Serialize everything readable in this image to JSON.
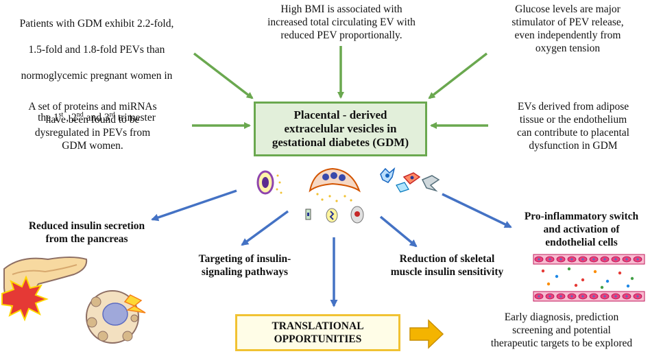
{
  "center": {
    "title": "Placental - derived\nextracelular vesicles in\ngestational diabetes (GDM)"
  },
  "top_left": {
    "line1": "Patients with GDM exhibit 2.2-fold,",
    "line2": "1.5-fold and 1.8-fold PEVs than",
    "line3": "normoglycemic pregnant women in",
    "line4_a": "the 1",
    "sup1": "st",
    "line4_b": " , 2",
    "sup2": "nd",
    "line4_c": " and 3",
    "sup3": "rd",
    "line4_d": " trimester"
  },
  "top_center": {
    "text": "High BMI is associated with\nincreased total circulating EV with\nreduced PEV proportionally."
  },
  "top_right": {
    "text": "Glucose levels are major\nstimulator of PEV release,\neven independently from\noxygen tension"
  },
  "mid_left": {
    "text": "A set of proteins and miRNAs\nhave been found to be\ndysregulated in PEVs from\nGDM women."
  },
  "mid_right": {
    "text": "EVs derived from adipose\ntissue or the endothelium\ncan contribute to placental\ndysfunction in GDM"
  },
  "effects": {
    "pancreas": "Reduced  insulin secretion\nfrom the pancreas",
    "insulin_signaling": "Targeting of insulin-\nsignaling pathways",
    "skeletal_muscle": "Reduction of skeletal\nmuscle insulin sensitivity",
    "endothelial": "Pro-inflammatory switch\nand activation of\nendothelial cells"
  },
  "translational": {
    "label": "TRANSLATIONAL\nOPPORTUNITIES"
  },
  "outcome": {
    "text": "Early diagnosis, prediction\nscreening and potential\ntherapeutic targets to be explored"
  },
  "colors": {
    "green_arrow": "#6aa84f",
    "blue_arrow": "#4472c4",
    "center_border": "#6aa84f",
    "center_fill": "#e2efda",
    "trans_border": "#f1c232",
    "orange_arrow": "#f4b400"
  }
}
